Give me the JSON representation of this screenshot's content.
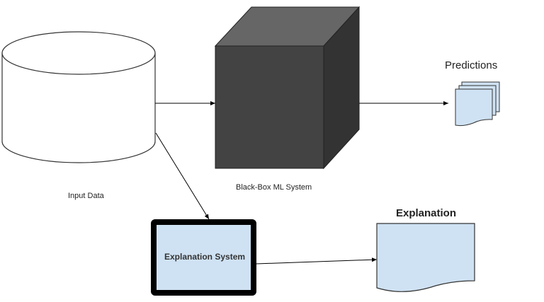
{
  "nodes": {
    "input_data": {
      "label": "Input Data"
    },
    "black_box": {
      "label": "Black-Box ML System"
    },
    "predictions": {
      "label": "Predictions"
    },
    "explanation_system": {
      "label": "Explanation System"
    },
    "explanation": {
      "label": "Explanation"
    }
  },
  "colors": {
    "doc_fill": "#cfe2f3",
    "cube_front": "#434343",
    "cube_top": "#666666",
    "cube_side": "#333333"
  }
}
